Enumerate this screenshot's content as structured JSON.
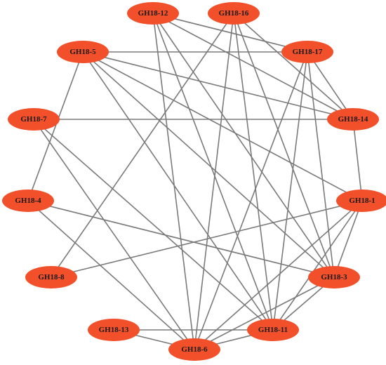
{
  "diagram": {
    "type": "network",
    "colors": {
      "node_fill": "#f2502b",
      "edge": "#7a7a7a",
      "label": "#1a1a1a",
      "background": "#ffffff"
    },
    "nodes": [
      {
        "id": "GH18-12",
        "label": "GH18-12"
      },
      {
        "id": "GH18-16",
        "label": "GH18-16"
      },
      {
        "id": "GH18-5",
        "label": "GH18-5"
      },
      {
        "id": "GH18-17",
        "label": "GH18-17"
      },
      {
        "id": "GH18-7",
        "label": "GH18-7"
      },
      {
        "id": "GH18-14",
        "label": "GH18-14"
      },
      {
        "id": "GH18-4",
        "label": "GH18-4"
      },
      {
        "id": "GH18-1",
        "label": "GH18-1"
      },
      {
        "id": "GH18-8",
        "label": "GH18-8"
      },
      {
        "id": "GH18-3",
        "label": "GH18-3"
      },
      {
        "id": "GH18-13",
        "label": "GH18-13"
      },
      {
        "id": "GH18-11",
        "label": "GH18-11"
      },
      {
        "id": "GH18-6",
        "label": "GH18-6"
      }
    ],
    "edges": [
      [
        "GH18-12",
        "GH18-17"
      ],
      [
        "GH18-12",
        "GH18-14"
      ],
      [
        "GH18-12",
        "GH18-11"
      ],
      [
        "GH18-12",
        "GH18-6"
      ],
      [
        "GH18-12",
        "GH18-3"
      ],
      [
        "GH18-16",
        "GH18-14"
      ],
      [
        "GH18-16",
        "GH18-8"
      ],
      [
        "GH18-16",
        "GH18-6"
      ],
      [
        "GH18-16",
        "GH18-11"
      ],
      [
        "GH18-16",
        "GH18-3"
      ],
      [
        "GH18-5",
        "GH18-17"
      ],
      [
        "GH18-5",
        "GH18-14"
      ],
      [
        "GH18-5",
        "GH18-1"
      ],
      [
        "GH18-5",
        "GH18-3"
      ],
      [
        "GH18-5",
        "GH18-11"
      ],
      [
        "GH18-5",
        "GH18-4"
      ],
      [
        "GH18-17",
        "GH18-14"
      ],
      [
        "GH18-17",
        "GH18-6"
      ],
      [
        "GH18-17",
        "GH18-11"
      ],
      [
        "GH18-17",
        "GH18-3"
      ],
      [
        "GH18-7",
        "GH18-14"
      ],
      [
        "GH18-7",
        "GH18-11"
      ],
      [
        "GH18-7",
        "GH18-6"
      ],
      [
        "GH18-14",
        "GH18-1"
      ],
      [
        "GH18-4",
        "GH18-3"
      ],
      [
        "GH18-4",
        "GH18-6"
      ],
      [
        "GH18-1",
        "GH18-8"
      ],
      [
        "GH18-1",
        "GH18-3"
      ],
      [
        "GH18-1",
        "GH18-11"
      ],
      [
        "GH18-1",
        "GH18-6"
      ],
      [
        "GH18-3",
        "GH18-6"
      ],
      [
        "GH18-3",
        "GH18-11"
      ],
      [
        "GH18-13",
        "GH18-11"
      ],
      [
        "GH18-13",
        "GH18-6"
      ],
      [
        "GH18-11",
        "GH18-6"
      ]
    ]
  }
}
